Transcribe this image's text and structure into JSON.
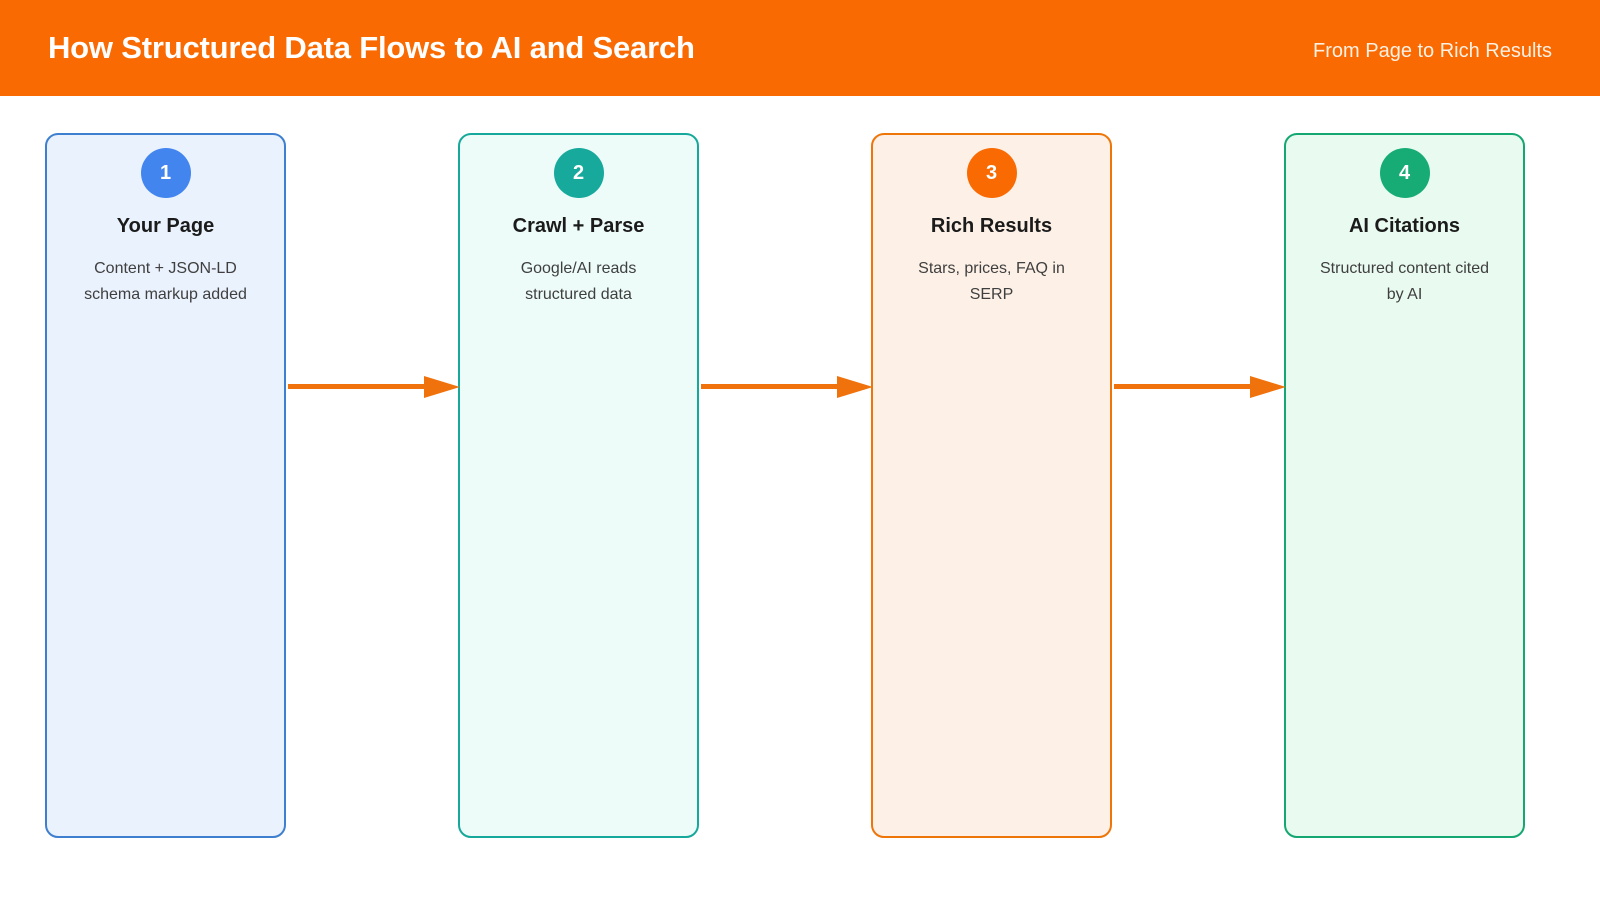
{
  "header": {
    "title": "How Structured Data Flows to AI and Search",
    "subtitle": "From Page to Rich Results",
    "background_color": "#f96a02",
    "title_color": "#ffffff",
    "subtitle_color": "#fdf1e4"
  },
  "flow": {
    "arrow_color": "#f0720c",
    "arrows": [
      {
        "name": "arrow-step-1-to-2"
      },
      {
        "name": "arrow-step-2-to-3"
      },
      {
        "name": "arrow-step-3-to-4"
      }
    ],
    "steps": [
      {
        "number": "1",
        "title": "Your Page",
        "description": "Content + JSON-LD schema markup added",
        "badge_color": "#4285ef",
        "card_background": "#eaf2fd",
        "card_border": "#3f7fd0"
      },
      {
        "number": "2",
        "title": "Crawl + Parse",
        "description": "Google/AI reads structured data",
        "badge_color": "#17a99c",
        "card_background": "#edfcf9",
        "card_border": "#17a89c"
      },
      {
        "number": "3",
        "title": "Rich Results",
        "description": "Stars, prices, FAQ in SERP",
        "badge_color": "#f96a02",
        "card_background": "#fdf0e7",
        "card_border": "#ee7609"
      },
      {
        "number": "4",
        "title": "AI Citations",
        "description": "Structured content cited by AI",
        "badge_color": "#17ac75",
        "card_background": "#e9faf0",
        "card_border": "#14a772"
      }
    ]
  }
}
